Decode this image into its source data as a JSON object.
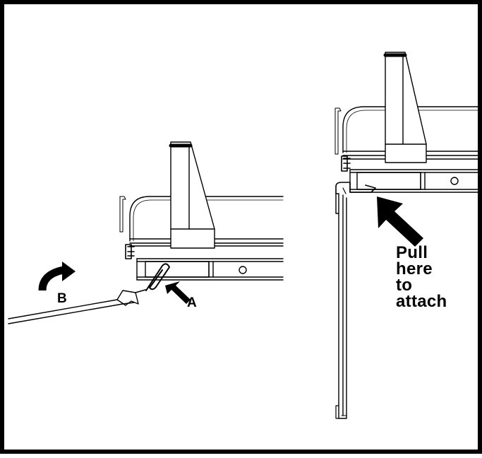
{
  "diagram": {
    "left_view": {
      "label_a": "A",
      "label_b": "B"
    },
    "right_view": {
      "instruction": "Pull\nhere\nto\nattach"
    }
  },
  "colors": {
    "line": "#000000",
    "background": "#ffffff"
  }
}
